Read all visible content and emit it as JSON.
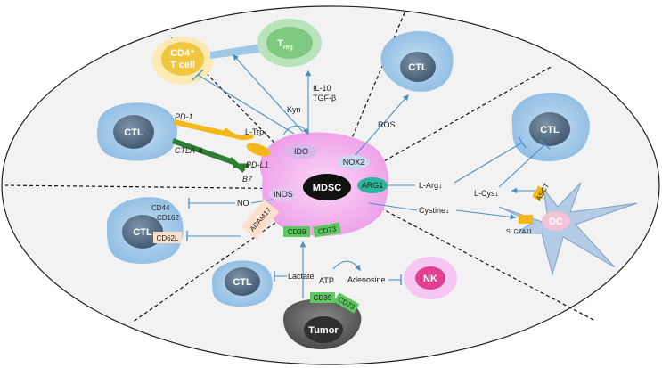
{
  "center": {
    "label": "MDSC"
  },
  "top_left": {
    "cd4_label_1": "CD4⁺",
    "cd4_label_2": "T cell",
    "treg_label": "T",
    "treg_sub": "reg",
    "kyn_label": "Kyn",
    "ltrp_label": "L-Trp",
    "il10_label": "IL-10",
    "tgfb_label": "TGF-β",
    "ido_label": "IDO"
  },
  "top_right": {
    "ctl_label": "CTL",
    "ros_label": "ROS",
    "nox2_label": "NOX2"
  },
  "left_upper": {
    "ctl_label": "CTL",
    "pd1_label": "PD-1",
    "ctla4_label": "CTLA-4",
    "pdl1_label": "PD-L1",
    "b7_label": "B7"
  },
  "left_lower": {
    "ctl_label": "CTL",
    "cd44_label": "CD44",
    "cd162_label": "CD162",
    "cd62l_label": "CD62L",
    "no_label": "NO",
    "inos_label": "iNOS",
    "adam17_label": "ADAM17"
  },
  "right": {
    "ctl_label": "CTL",
    "arg1_label": "ARG1",
    "larg_label": "L-Arg",
    "lcys_label": "L-Cys",
    "cystine_label": "Cystine",
    "asct_label": "ASCT",
    "slc_label": "SLC7A11",
    "dc_label": "DC"
  },
  "bottom": {
    "ctl_label": "CTL",
    "lactate_label": "Lactate",
    "atp_label": "ATP",
    "adenosine_label": "Adenosine",
    "nk_label": "NK",
    "tumor_label": "Tumor",
    "cd39_label": "CD39",
    "cd73_label": "CD73",
    "mdsc_cd39_label": "CD39",
    "mdsc_cd73_label": "CD73"
  },
  "arrows": {
    "down_arrow": "↓"
  },
  "colors": {
    "ctl_body": "#a9cde8",
    "ctl_nucleus": "#4f6b86",
    "mdsc_body": "#f4b6f0",
    "mdsc_nucleus": "#111111",
    "arrow": "#4a90c8",
    "pd1": "#f2b81a",
    "ctla4": "#2e7d32",
    "nk_body": "#f6c7f2",
    "nk_nucleus": "#e0408f",
    "tumor": "#555555",
    "treg": "#8bd18f",
    "cd4": "#f7df8a",
    "label_green": "#5cc85f",
    "label_teal": "#2bb59a"
  }
}
